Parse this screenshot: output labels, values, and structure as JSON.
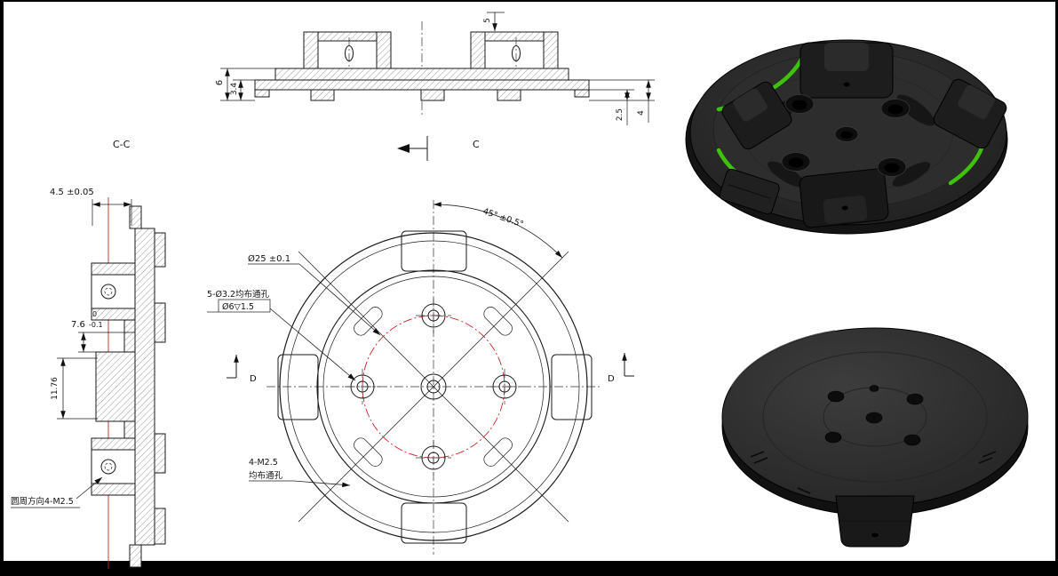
{
  "drawing": {
    "sheet_bg": "#ffffff",
    "frame_color": "#000000",
    "line_color": "#1a1a1a",
    "centerline_red": "#cc2222"
  },
  "top_view": {
    "dim_6": "6",
    "dim_3_4": "3.4",
    "dim_5": "5",
    "dim_2_5": "2.5",
    "dim_4": "4",
    "section_label": "C"
  },
  "side_view": {
    "title": "C-C",
    "dim_width": "4.5 ±0.05",
    "tol_zero": "0",
    "dim_step": "7.6",
    "tol_minus": "-0.1",
    "dim_height": "11.76",
    "note": "圆周方向4-M2.5"
  },
  "front_view": {
    "dim_angle": "45° ±0.5°",
    "dim_bolt_circle": "Ø25 ±0.1",
    "holes_callout_1": "5-Ø3.2均布通孔",
    "holes_callout_2": "Ø6▽1.5",
    "m25_callout_1": "4-M2.5",
    "m25_callout_2": "均布通孔",
    "section_d_left": "D",
    "section_d_right": "D"
  },
  "renders": {
    "body_color": "#232323",
    "face_color": "#2d2d2d",
    "accent_green": "#3ec30a"
  }
}
